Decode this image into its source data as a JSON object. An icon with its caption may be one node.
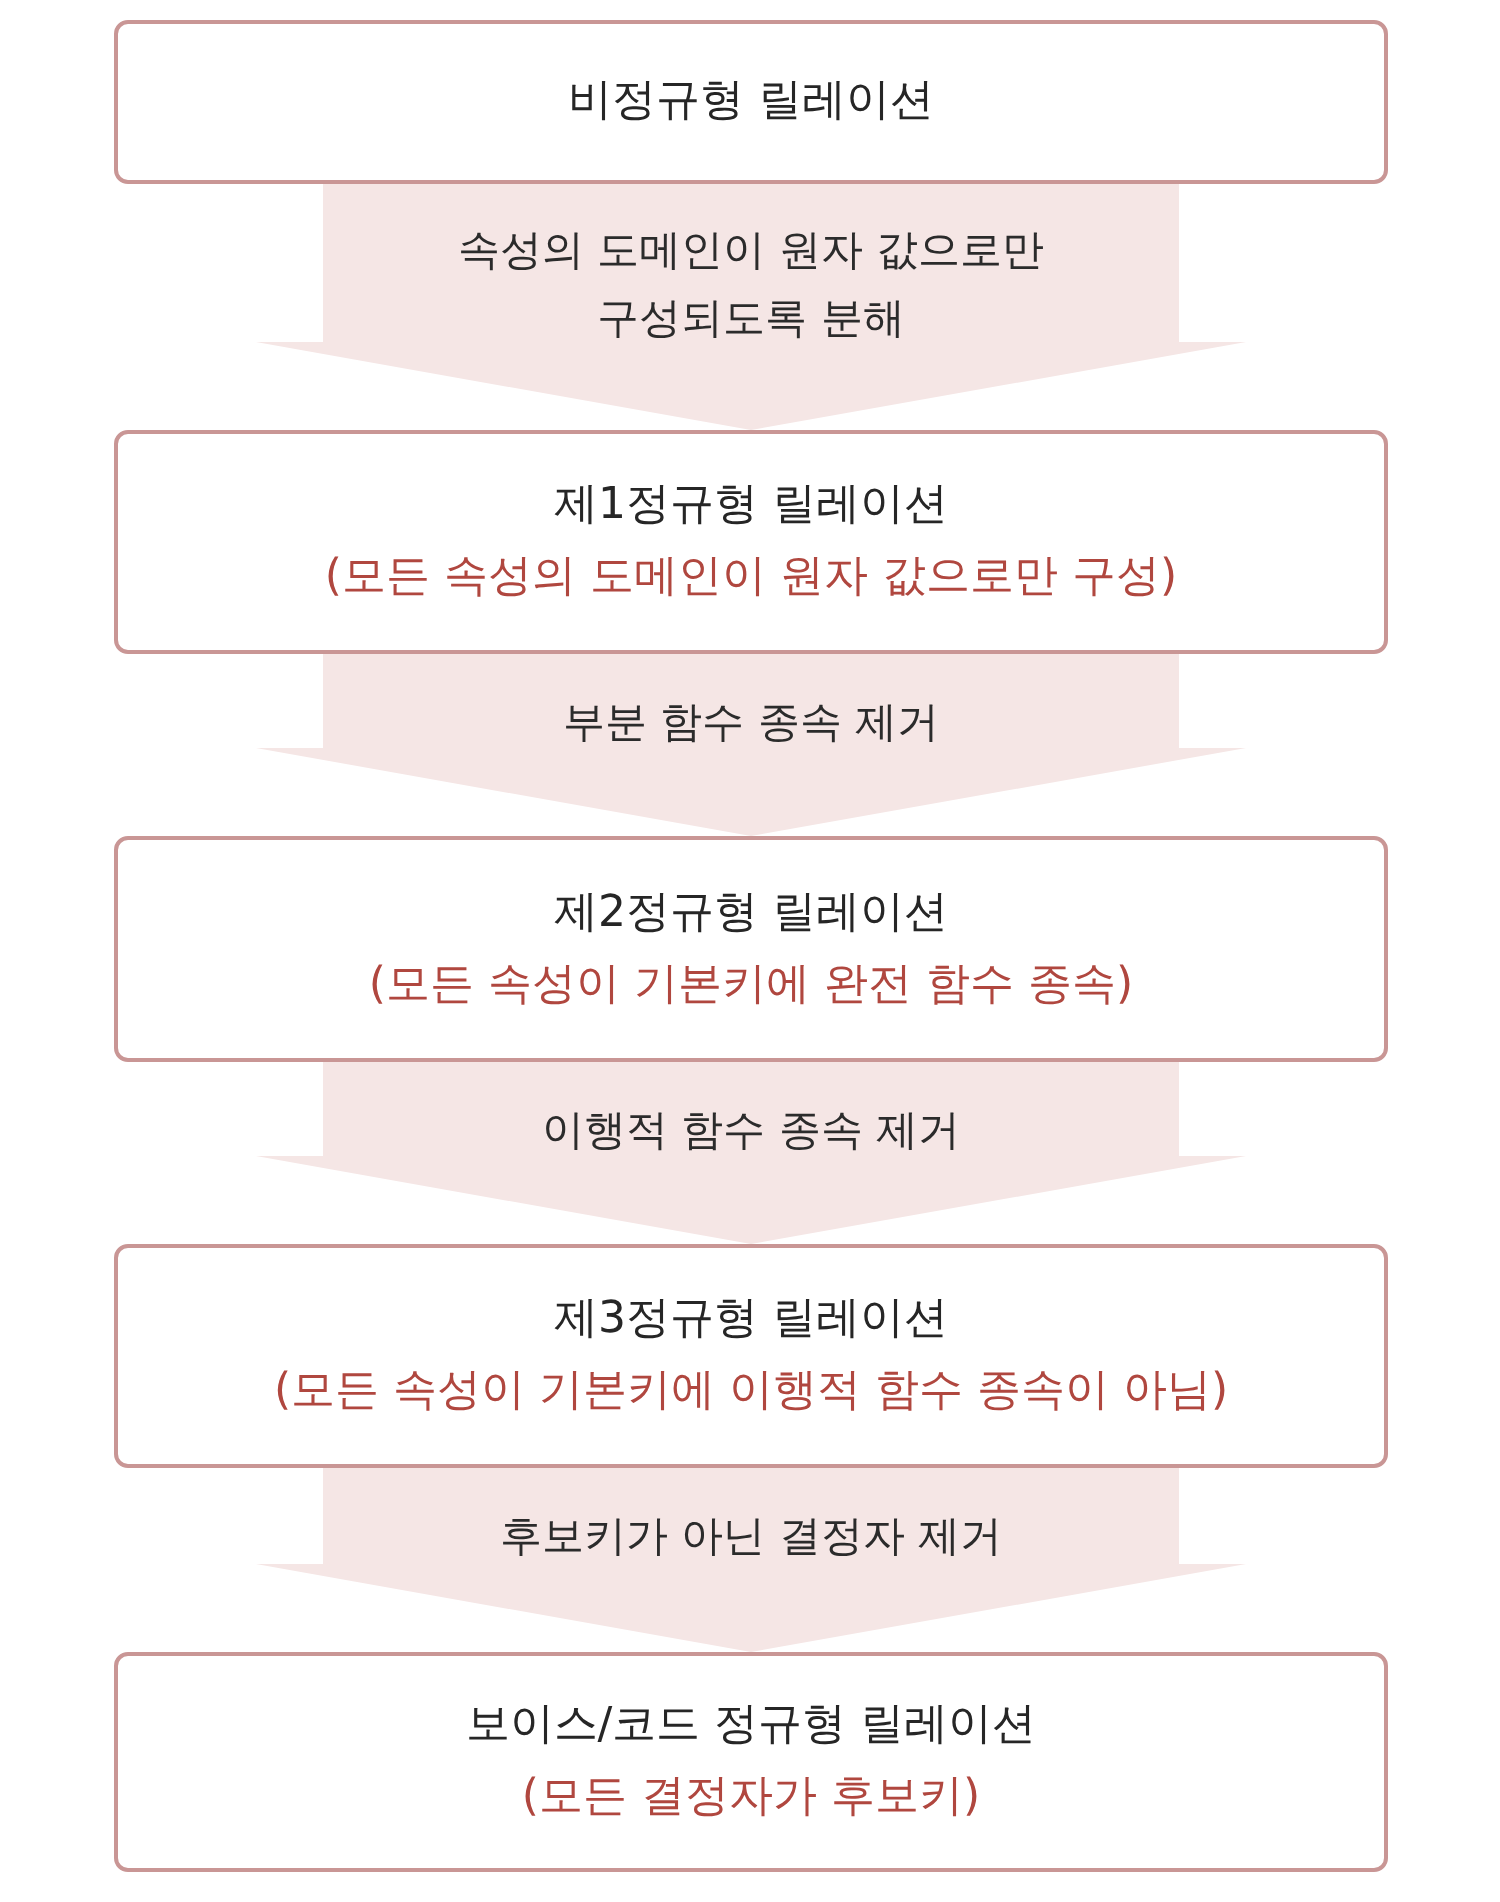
{
  "diagram": {
    "nodes": [
      {
        "text": [
          "비정규형 릴레이션"
        ]
      },
      {
        "text": [
          "제1정규형 릴레이션",
          "(모든 속성의 도메인이 원자 값으로만 구성)"
        ]
      },
      {
        "text": [
          "제2정규형 릴레이션",
          "(모든 속성이 기본키에 완전 함수 종속)"
        ]
      },
      {
        "text": [
          "제3정규형 릴레이션",
          "(모든 속성이 기본키에 이행적 함수 종속이 아님)"
        ]
      },
      {
        "text": [
          "보이스/코드 정규형 릴레이션",
          "(모든 결정자가 후보키)"
        ]
      }
    ],
    "edges": [
      {
        "from": 0,
        "to": 1,
        "arrow": "to",
        "label": "속성의 도메인이 원자 값으로만 구성되도록 분해"
      },
      {
        "from": 1,
        "to": 2,
        "arrow": "to",
        "label": "부분 함수 종속 제거"
      },
      {
        "from": 2,
        "to": 3,
        "arrow": "to",
        "label": "이행적 함수 종속 제거"
      },
      {
        "from": 3,
        "to": 4,
        "arrow": "to",
        "label": "후보키가 아닌 결정자 제거"
      }
    ]
  }
}
